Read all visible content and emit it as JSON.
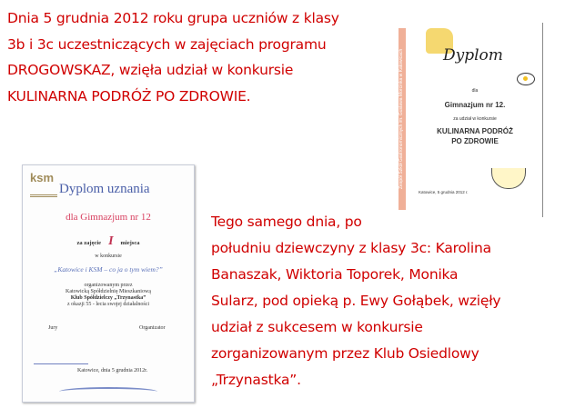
{
  "top_paragraph": {
    "lines": [
      "Dnia 5 grudnia 2012 roku grupa uczniów z klasy",
      "3b i 3c uczestniczących w zajęciach programu",
      "DROGOWSKAZ, wzięła udział w konkursie",
      "KULINARNA PODRÓŻ PO ZDROWIE."
    ]
  },
  "bottom_paragraph": {
    "lines": [
      "Tego samego dnia, po",
      "południu dziewczyny z klasy 3c: Karolina",
      "Banaszak, Wiktoria Toporek, Monika",
      "Sularz, pod opieką p. Ewy Gołąbek, wzięły",
      "udział z sukcesem w konkursie",
      "zorganizowanym przez Klub Osiedlowy",
      "„Trzynastka”."
    ]
  },
  "diploma_ksm": {
    "logo": "ksm",
    "title": "Dyplom uznania",
    "recipient": "dla Gimnazjum nr 12",
    "place_prefix": "za zajęcie",
    "place": "I",
    "place_suffix": "miejsca",
    "in_contest": "w konkursie",
    "contest": "„Katowice i KSM – co ja o tym wiem?”",
    "organized_by": "organizowanym przez",
    "org1": "Katowicką Spółdzielnię Mieszkaniową",
    "org2": "Klub Spółdzielczy „Trzynastka”",
    "occasion": "z okazji 55 - lecia swojej działalności",
    "jury": "Jury",
    "organizer": "Organizator",
    "date": "Katowice, dnia 5 grudnia 2012r."
  },
  "diploma_cooking": {
    "side_band": "Zespół Szkół Gastronomicznych im. Gustawa Morcinka w Katowicach",
    "title": "Dyplom",
    "for": "dla",
    "recipient": "Gimnazjum nr 12.",
    "participation": "za udział w konkursie",
    "contest_line1": "KULINARNA PODRÓŻ",
    "contest_line2": "PO ZDROWIE",
    "date": "Katowice, 5 grudnia 2012 r."
  },
  "colors": {
    "text": "#d00000",
    "ksm_title": "#4a5fa8"
  }
}
